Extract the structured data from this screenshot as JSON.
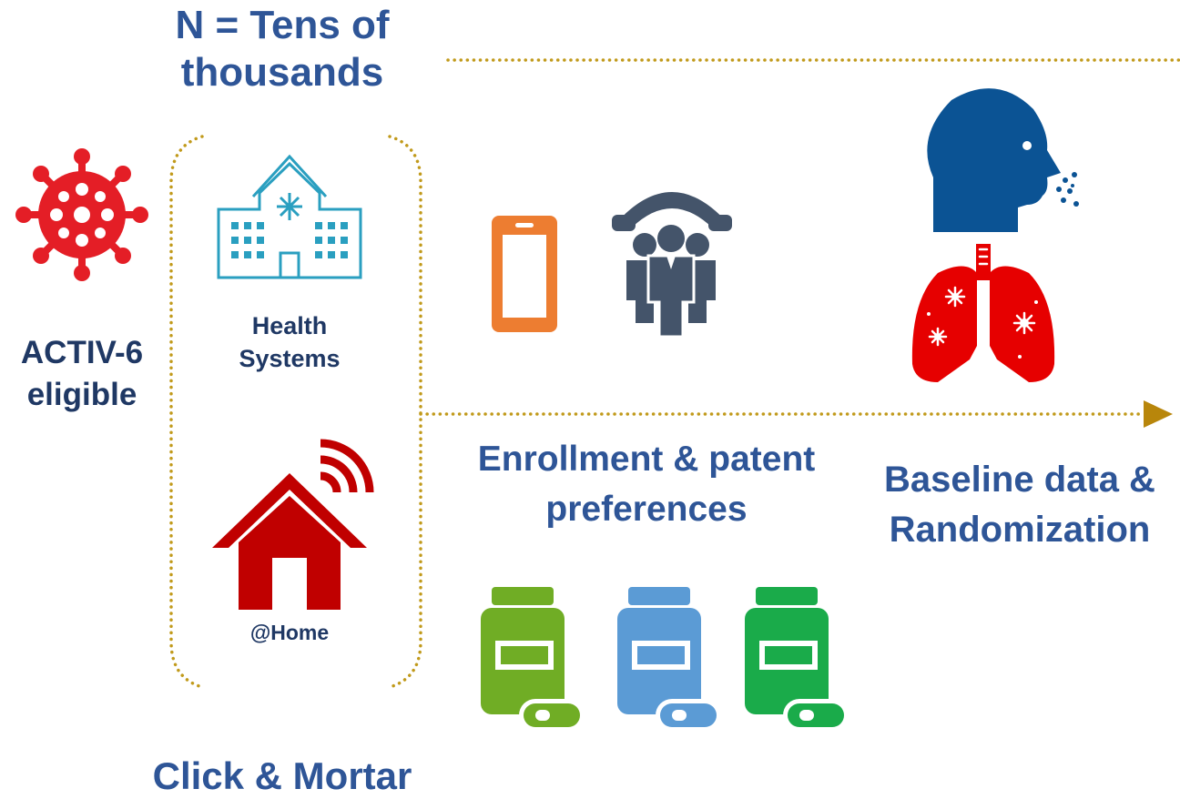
{
  "header": {
    "population": "N = Tens of thousands"
  },
  "eligibility": {
    "label": "ACTIV-6 eligible"
  },
  "bracket": {
    "health_systems": "Health Systems",
    "home": "@Home",
    "caption": "Click & Mortar"
  },
  "steps": {
    "enrollment": "Enrollment & patent preferences",
    "baseline": "Baseline data & Randomization"
  },
  "icons": [
    "virus-icon",
    "hospital-icon",
    "smart-home-icon",
    "mobile-phone-icon",
    "call-center-icon",
    "respiratory-symptoms-icon",
    "medication-bottle-icon"
  ],
  "colors": {
    "virus": "#e41e26",
    "hospital": "#2a9fc0",
    "home": "#c00000",
    "phone": "#ed7d31",
    "people": "#44546a",
    "head": "#0b5394",
    "lungs": "#e60000",
    "bottle_green": "#70ad25",
    "bottle_blue": "#5b9bd5",
    "bottle_emerald": "#1aab4a",
    "dotted_line": "#c19a1b",
    "text": "#1f3864"
  }
}
